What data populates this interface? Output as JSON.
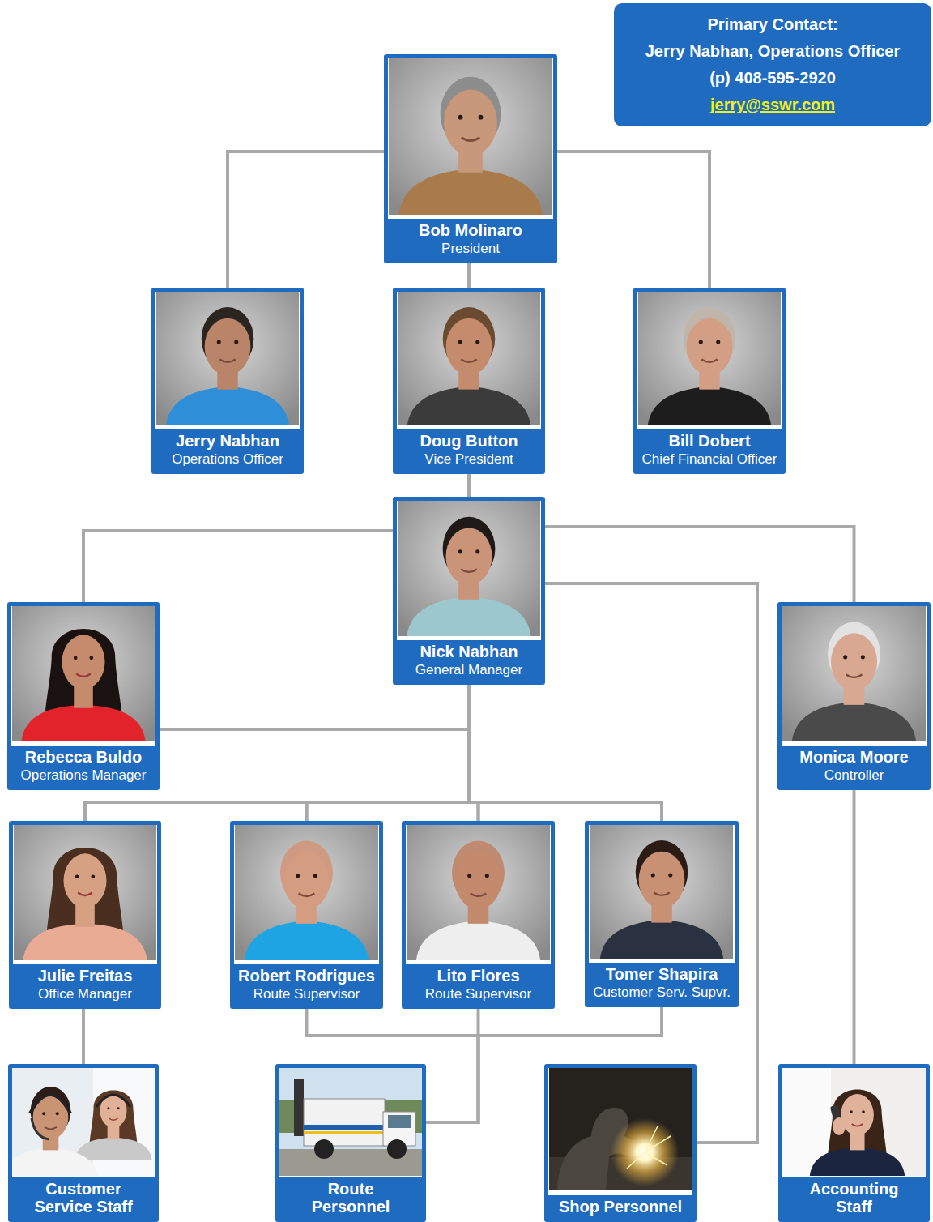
{
  "diagram": {
    "nodes": [
      {
        "text": [
          "Primary Contact:",
          "Jerry Nabhan, Operations Officer",
          "(p) 408-595-2920",
          "jerry@sswr.com"
        ]
      },
      {
        "text": [
          "Bob Molinaro",
          "President"
        ]
      },
      {
        "text": [
          "Jerry Nabhan",
          "Operations Officer"
        ]
      },
      {
        "text": [
          "Doug Button",
          "Vice President"
        ]
      },
      {
        "text": [
          "Bill Dobert",
          "Chief Financial Officer"
        ]
      },
      {
        "text": [
          "Nick Nabhan",
          "General Manager"
        ]
      },
      {
        "text": [
          "Rebecca Buldo",
          "Operations Manager"
        ]
      },
      {
        "text": [
          "Monica Moore",
          "Controller"
        ]
      },
      {
        "text": [
          "Julie Freitas",
          "Office Manager"
        ]
      },
      {
        "text": [
          "Robert Rodrigues",
          "Route Supervisor"
        ]
      },
      {
        "text": [
          "Lito Flores",
          "Route Supervisor"
        ]
      },
      {
        "text": [
          "Tomer Shapira",
          "Customer Serv. Supvr."
        ]
      },
      {
        "text": [
          "Customer Service Staff"
        ]
      },
      {
        "text": [
          "Route Personnel"
        ]
      },
      {
        "text": [
          "Shop Personnel"
        ]
      },
      {
        "text": [
          "Accounting Staff"
        ]
      }
    ],
    "edges": [
      {
        "from": 1,
        "to": 2,
        "arrow": "none"
      },
      {
        "from": 1,
        "to": 3,
        "arrow": "none"
      },
      {
        "from": 1,
        "to": 4,
        "arrow": "none"
      },
      {
        "from": 3,
        "to": 5,
        "arrow": "none"
      },
      {
        "from": 5,
        "to": 6,
        "arrow": "none"
      },
      {
        "from": 5,
        "to": 7,
        "arrow": "none"
      },
      {
        "from": 5,
        "to": 14,
        "arrow": "none"
      },
      {
        "from": 5,
        "to": 8,
        "arrow": "none"
      },
      {
        "from": 5,
        "to": 9,
        "arrow": "none"
      },
      {
        "from": 5,
        "to": 10,
        "arrow": "none"
      },
      {
        "from": 5,
        "to": 11,
        "arrow": "none"
      },
      {
        "from": 6,
        "to": 8,
        "arrow": "none"
      },
      {
        "from": 6,
        "to": 9,
        "arrow": "none"
      },
      {
        "from": 6,
        "to": 10,
        "arrow": "none"
      },
      {
        "from": 6,
        "to": 11,
        "arrow": "none"
      },
      {
        "from": 8,
        "to": 12,
        "arrow": "none"
      },
      {
        "from": 9,
        "to": 13,
        "arrow": "none"
      },
      {
        "from": 10,
        "to": 13,
        "arrow": "none"
      },
      {
        "from": 11,
        "to": 13,
        "arrow": "none"
      },
      {
        "from": 7,
        "to": 15,
        "arrow": "none"
      }
    ]
  }
}
